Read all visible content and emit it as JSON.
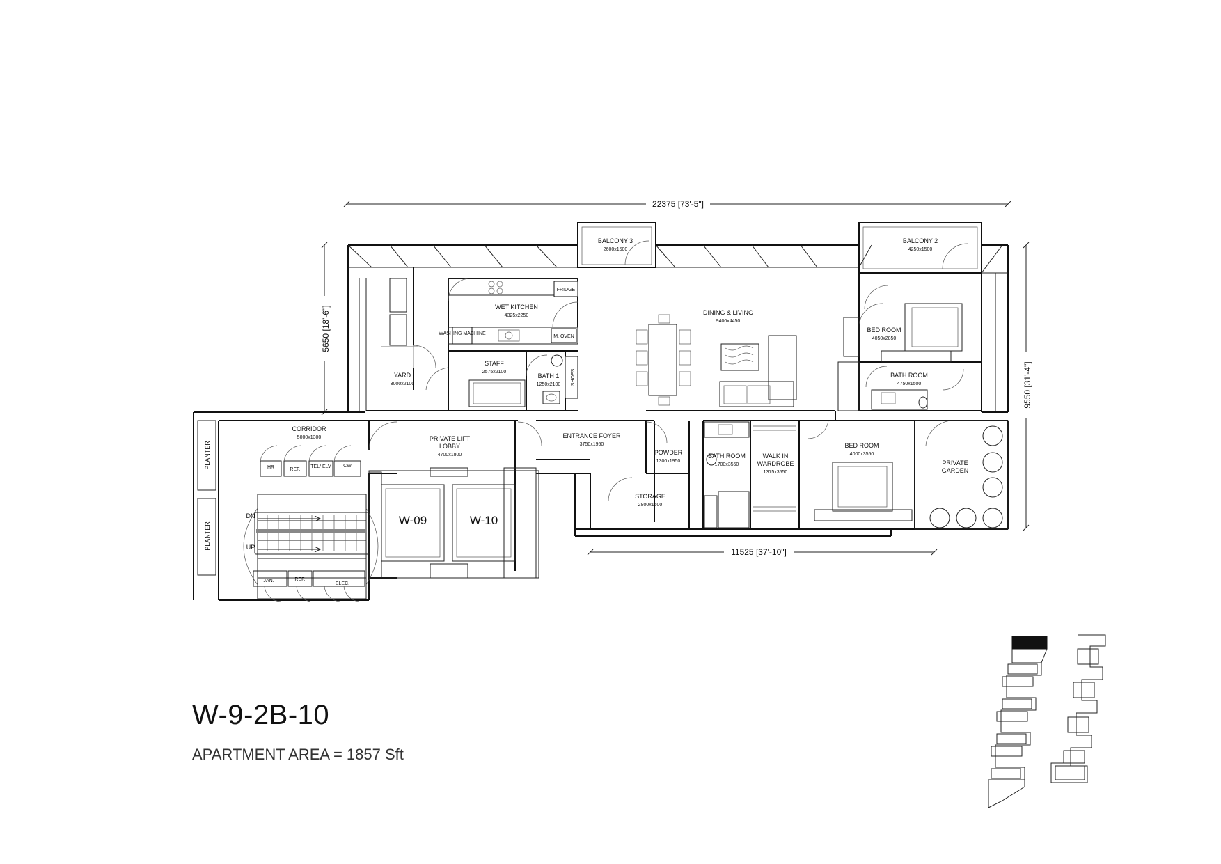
{
  "unit": {
    "code": "W-9-2B-10",
    "area_label": "APARTMENT AREA = 1857 Sft"
  },
  "dimensions": {
    "overall_width": "22375 [73'-5\"]",
    "left_depth": "5650 [18'-6\"]",
    "right_depth": "9550 [31'-4\"]",
    "lower_width": "11525 [37'-10\"]"
  },
  "rooms": {
    "balcony3": {
      "name": "BALCONY 3",
      "size": "2600x1500"
    },
    "balcony2": {
      "name": "BALCONY 2",
      "size": "4250x1500"
    },
    "wet_kitchen": {
      "name": "WET KITCHEN",
      "size": "4325x2250"
    },
    "dining_living": {
      "name": "DINING & LIVING",
      "size": "9400x4450"
    },
    "bedroom1": {
      "name": "BED ROOM",
      "size": "4050x2850"
    },
    "bathroom1": {
      "name": "BATH ROOM",
      "size": "4750x1500"
    },
    "yard": {
      "name": "YARD",
      "size": "3000x2100"
    },
    "staff": {
      "name": "STAFF",
      "size": "2575x2100"
    },
    "bath1": {
      "name": "BATH 1",
      "size": "1250x2100"
    },
    "corridor": {
      "name": "CORRIDOR",
      "size": "5000x1300"
    },
    "lift_lobby": {
      "name_1": "PRIVATE LIFT",
      "name_2": "LOBBY",
      "size": "4700x1800"
    },
    "entrance_foyer": {
      "name": "ENTRANCE FOYER",
      "size": "3750x1950"
    },
    "powder": {
      "name": "POWDER",
      "size": "1300x1950"
    },
    "storage": {
      "name": "STORAGE",
      "size": "2800x1500"
    },
    "bathroom2": {
      "name": "BATH ROOM",
      "size": "1700x3550"
    },
    "wardrobe": {
      "name_1": "WALK IN",
      "name_2": "WARDROBE",
      "size": "1375x3550"
    },
    "bedroom2": {
      "name": "BED ROOM",
      "size": "4000x3550"
    },
    "garden": {
      "name_1": "PRIVATE",
      "name_2": "GARDEN"
    }
  },
  "fixtures": {
    "fridge": "FRIDGE",
    "oven": "M. OVEN",
    "shoes": "SHOES",
    "washing": "WASHING MACHINE",
    "hr": "HR",
    "ref_top": "REF.",
    "tel": "TEL/ ELV",
    "cw": "CW",
    "jan": "JAN.",
    "ref_bottom": "REF.",
    "elec": "ELEC.",
    "planter_top": "PLANTER",
    "planter_bottom": "PLANTER",
    "stair_dn": "DN",
    "stair_up": "UP"
  },
  "lifts": {
    "left": "W-09",
    "right": "W-10"
  },
  "key_plan": {
    "highlighted_unit": "W-9-2B-10",
    "blocks": 2
  }
}
